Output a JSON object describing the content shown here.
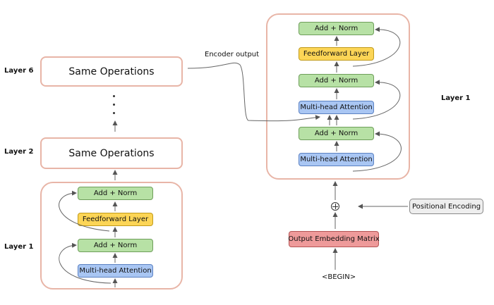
{
  "encoder": {
    "layer6_label": "Layer 6",
    "layer2_label": "Layer 2",
    "layer1_label": "Layer 1",
    "same_ops_top": "Same Operations",
    "same_ops_mid": "Same Operations",
    "add_norm_top": "Add + Norm",
    "feedforward": "Feedforward Layer",
    "add_norm_bottom": "Add + Norm",
    "multihead": "Multi-head Attention"
  },
  "decoder": {
    "layer_label": "Layer 1",
    "add_norm_1": "Add + Norm",
    "feedforward": "Feedforward Layer",
    "add_norm_2": "Add + Norm",
    "multihead_cross": "Multi-head Attention",
    "add_norm_3": "Add + Norm",
    "multihead_self": "Multi-head Attention"
  },
  "encoder_output_label": "Encoder output",
  "positional_encoding": "Positional Encoding",
  "output_embedding": "Output Embedding Matrix",
  "begin_token": "<BEGIN>",
  "colors": {
    "add_norm": "#b7e1a5",
    "feedforward": "#fcd556",
    "attention": "#a9c6f3",
    "embedding": "#ee9a9a",
    "positional": "#eeeeee",
    "container_border": "#e8b5a7"
  }
}
